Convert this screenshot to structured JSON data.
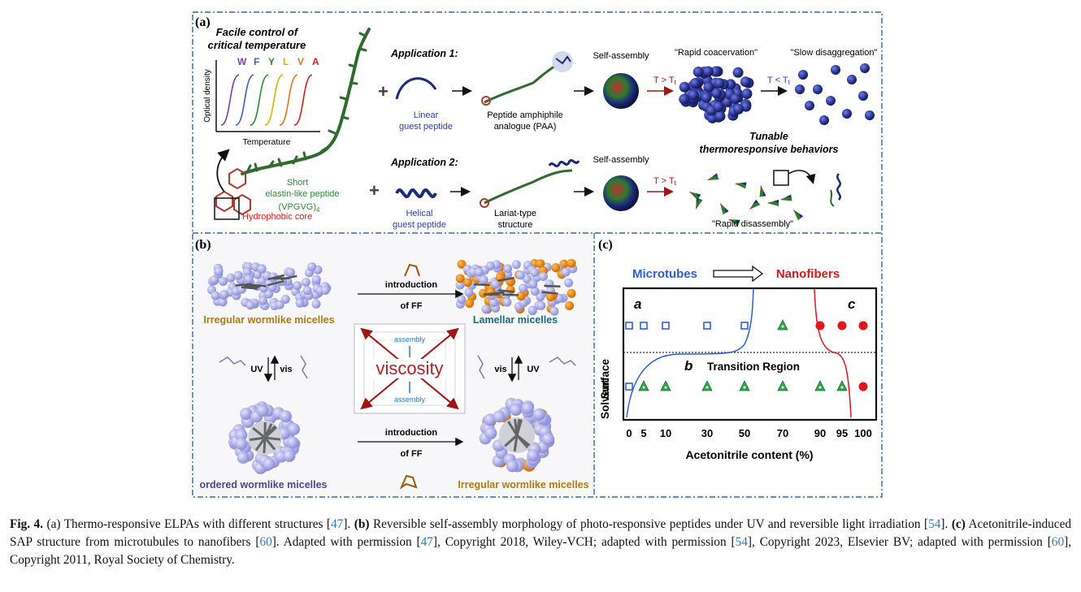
{
  "panel_a": {
    "label": "(a)",
    "control_title_1": "Facile control of",
    "control_title_2": "critical temperature",
    "letters": [
      {
        "t": "W",
        "c": "#7b3fa0"
      },
      {
        "t": "F",
        "c": "#4a5bc0"
      },
      {
        "t": "Y",
        "c": "#2e8b3a"
      },
      {
        "t": "L",
        "c": "#d8b400"
      },
      {
        "t": "V",
        "c": "#e07818"
      },
      {
        "t": "A",
        "c": "#d82020"
      }
    ],
    "ylabel": "Optical density",
    "xlabel": "Temperature",
    "short_label": "Short",
    "elp_label": "elastin-like peptide",
    "seq_label": "(VPGVG)",
    "seq_sub": "4",
    "core_label": "Hydrophobic core",
    "app1_title": "Application 1:",
    "app1_guest_1": "Linear",
    "app1_guest_2": "guest peptide",
    "app1_product_1": "Peptide amphiphile",
    "app1_product_2": "analogue (PAA)",
    "selfassembly_1": "Self-assembly",
    "cond_up_1": "T > T",
    "rapid_coacervation": "\"Rapid coacervation\"",
    "cond_down": "T < T",
    "slow_disagg": "\"Slow disaggregation\"",
    "tunable_1": "Tunable",
    "tunable_2": "thermoresponsive behaviors",
    "app2_title": "Application 2:",
    "app2_guest_1": "Helical",
    "app2_guest_2": "guest peptide",
    "app2_product_1": "Lariat-type",
    "app2_product_2": "structure",
    "selfassembly_2": "Self-assembly",
    "cond_up_2": "T > T",
    "rapid_disassembly": "\"Rapid disassembly\""
  },
  "panel_b": {
    "label": "(b)",
    "irregular_top": "Irregular wormlike micelles",
    "lamellar": "Lamellar micelles",
    "ordered": "ordered wormlike micelles",
    "irregular_bottom": "Irregular wormlike micelles",
    "intro": "introduction",
    "of_ff": "of FF",
    "uv": "UV",
    "vis": "vis",
    "assembly": "assembly",
    "viscosity": "viscosity"
  },
  "panel_c": {
    "label": "(c)",
    "microtubes": "Microtubes",
    "nanofibers": "Nanofibers",
    "region_a": "a",
    "region_b": "b",
    "region_c": "c",
    "transition": "Transition Region",
    "ylabel_top": "Surface",
    "ylabel_bottom": "Solvent",
    "xlabel": "Acetonitrile content (%)",
    "colors": {
      "microtube": "#2c5fd6",
      "nanofiber": "#e0161b",
      "transition": "#2ea84a"
    }
  },
  "chart_data": {
    "type": "scatter",
    "xlabel": "Acetonitrile content (%)",
    "ylabel": "Solvent       Surface",
    "x_ticks": [
      "0",
      "5",
      "10",
      "30",
      "50",
      "70",
      "90",
      "95",
      "100"
    ],
    "series": [
      {
        "name": "Microtubes",
        "marker": "open-square",
        "points": [
          [
            "0",
            "Surface"
          ],
          [
            "5",
            "Surface"
          ],
          [
            "10",
            "Surface"
          ],
          [
            "30",
            "Surface"
          ],
          [
            "50",
            "Surface"
          ],
          [
            "0",
            "Solvent"
          ]
        ]
      },
      {
        "name": "Transition Region",
        "marker": "triangle",
        "points": [
          [
            "70",
            "Surface"
          ],
          [
            "5",
            "Solvent"
          ],
          [
            "10",
            "Solvent"
          ],
          [
            "30",
            "Solvent"
          ],
          [
            "50",
            "Solvent"
          ],
          [
            "70",
            "Solvent"
          ],
          [
            "90",
            "Solvent"
          ],
          [
            "95",
            "Solvent"
          ]
        ]
      },
      {
        "name": "Nanofibers",
        "marker": "filled-circle",
        "points": [
          [
            "90",
            "Surface"
          ],
          [
            "95",
            "Surface"
          ],
          [
            "100",
            "Surface"
          ],
          [
            "100",
            "Solvent"
          ]
        ]
      }
    ]
  },
  "caption": {
    "fig": "Fig. 4.",
    "p1": " (a) Thermo-responsive ELPAs with different structures [",
    "r47a": "47",
    "p2": "]. ",
    "b_lab": "(b)",
    "p3": " Reversible self-assembly morphology of photo-responsive peptides under UV and reversible light irradiation [",
    "r54a": "54",
    "p4": "]. ",
    "c_lab": "(c)",
    "p5": " Acetonitrile-induced SAP structure from microtubules to nanofibers [",
    "r60a": "60",
    "p6": "]. Adapted with permission [",
    "r47b": "47",
    "p7": "], Copyright 2018, Wiley-VCH; adapted with permission [",
    "r54b": "54",
    "p8": "], Copyright 2023, Elsevier BV; adapted with permission [",
    "r60b": "60",
    "p9": "], Copyright 2011, Royal Society of Chemistry."
  }
}
